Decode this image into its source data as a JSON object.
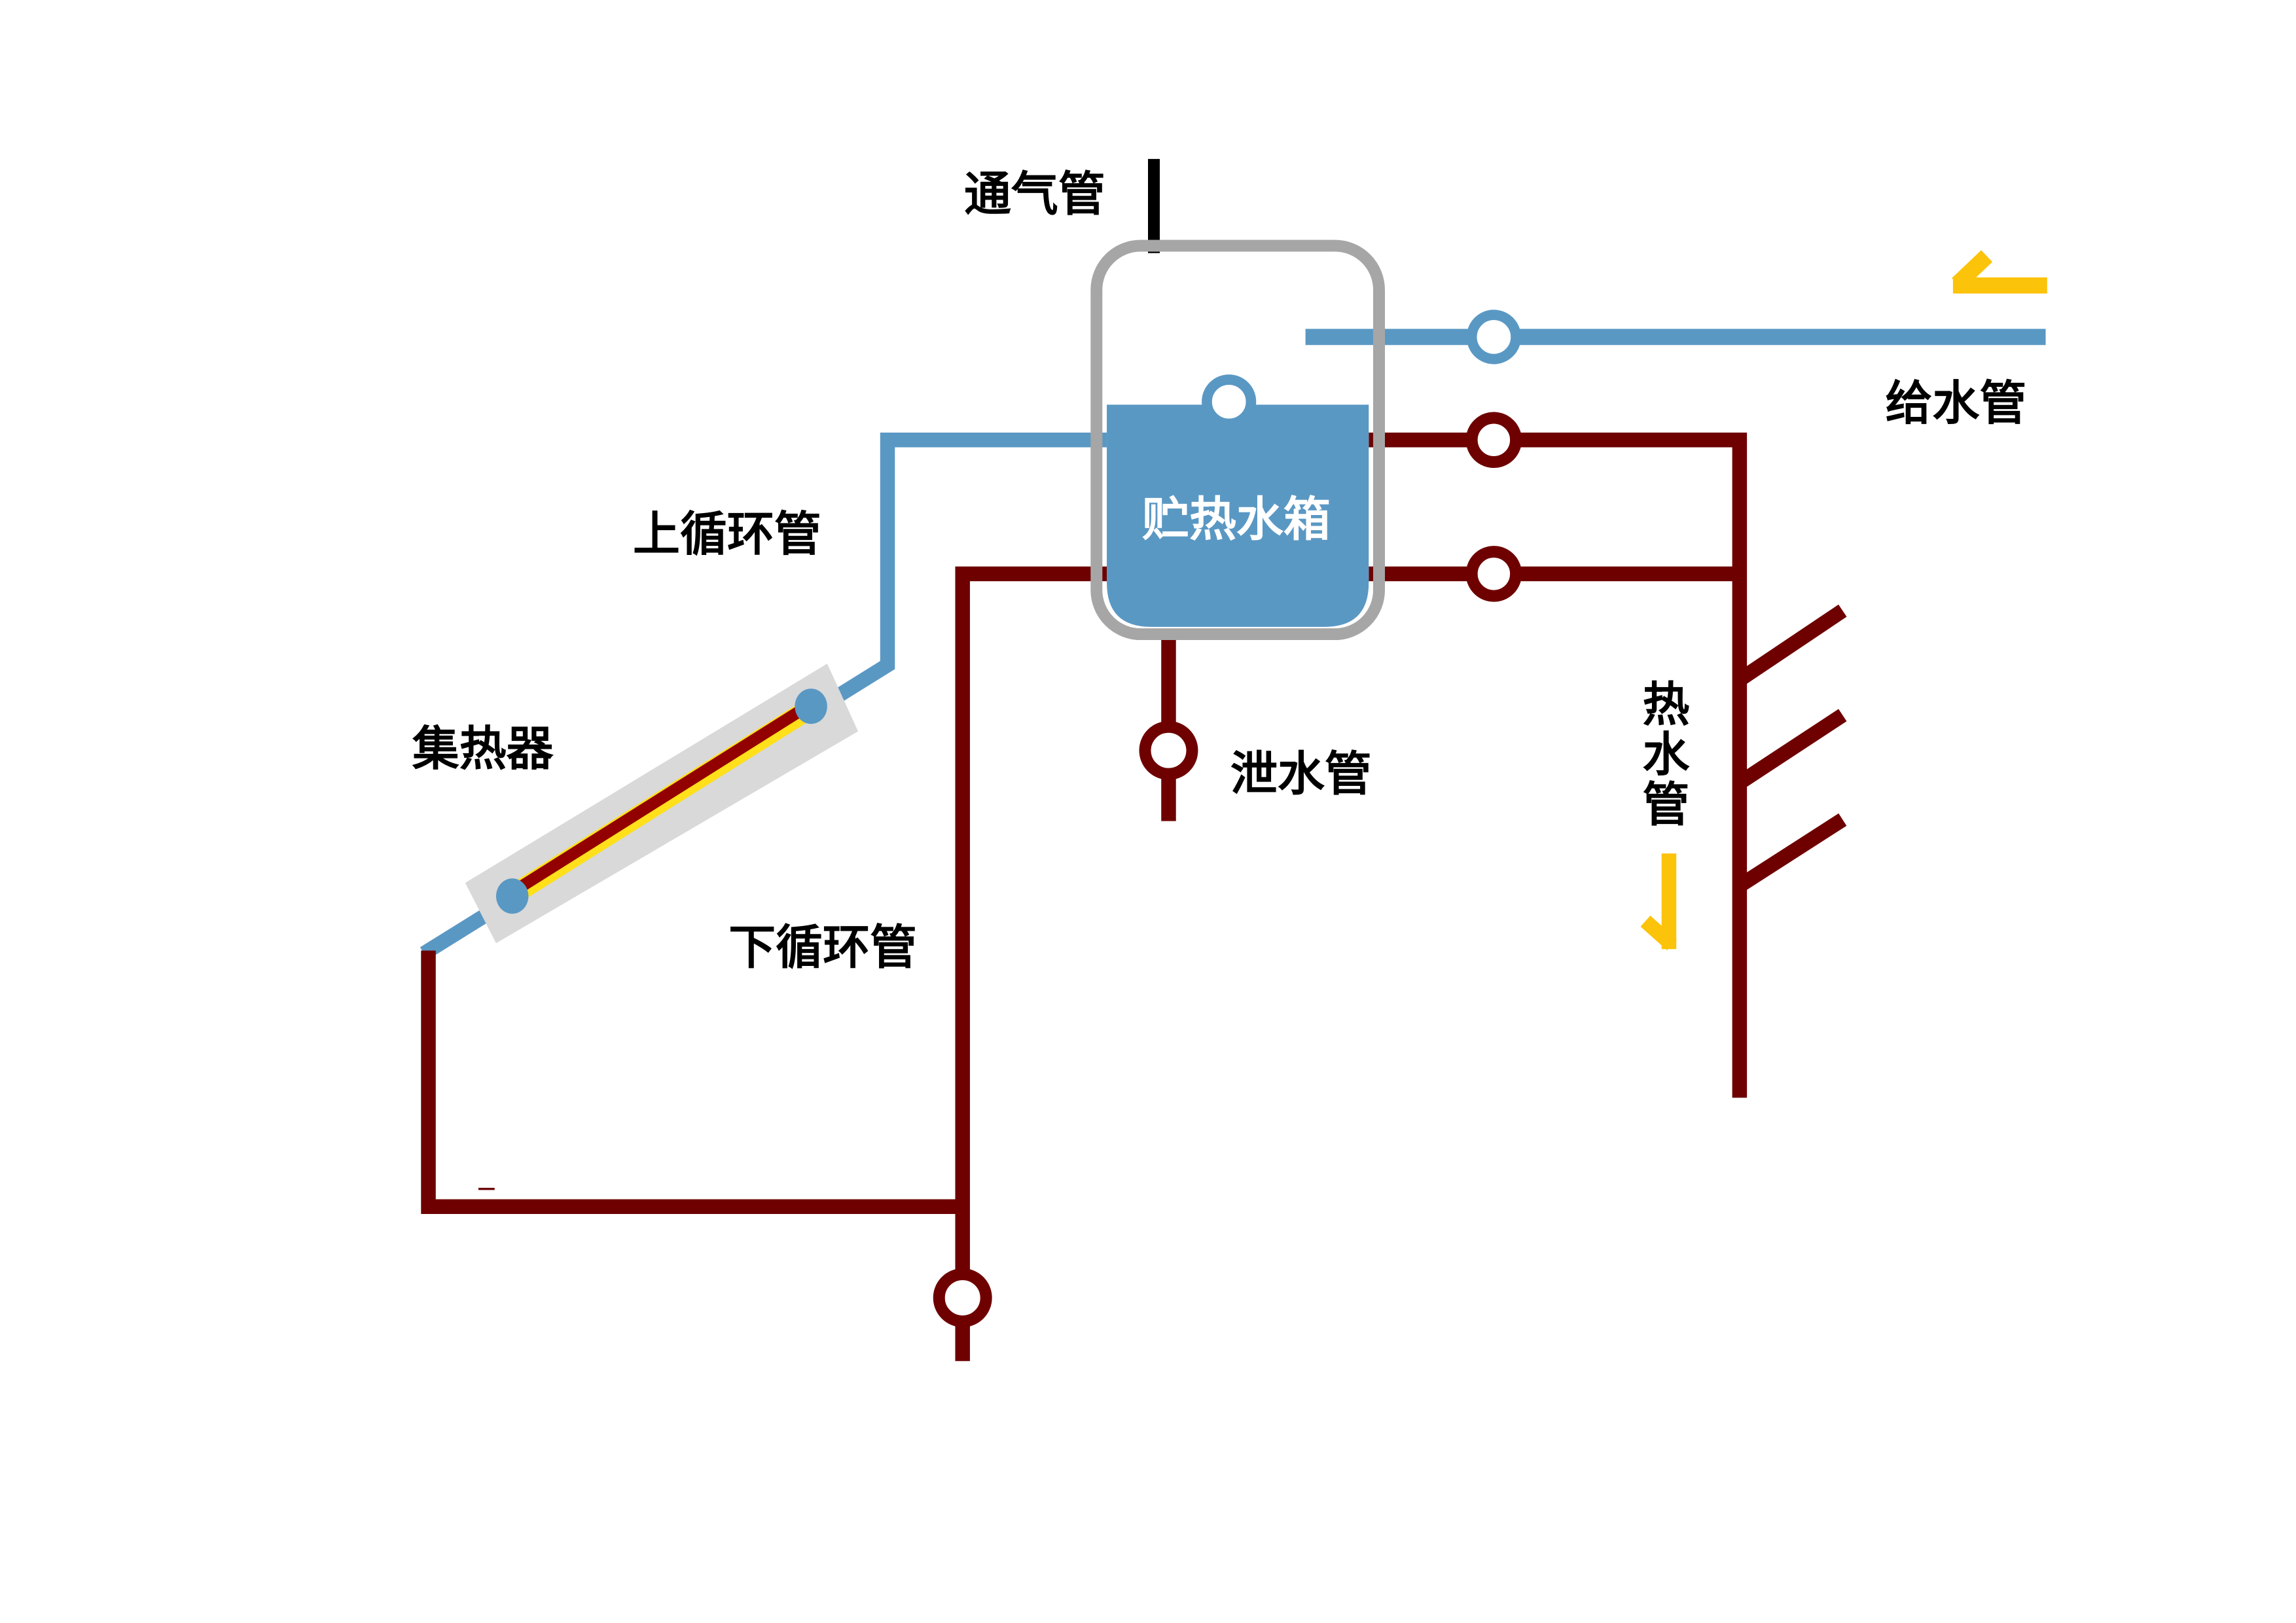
{
  "title": "太阳能热水系统示意图",
  "colors": {
    "cold_pipe": "#5A98C4",
    "hot_pipe": "#6E0000",
    "collector_tube": "#930000",
    "collector_reflector": "#FFE01A",
    "collector_panel": "#D9D9D9",
    "tank_border": "#A6A6A6",
    "vent": "#000000",
    "flow_arrow": "#FCC30B"
  },
  "labels": {
    "vent_pipe": "通气管",
    "storage_tank": "贮热水箱",
    "supply_pipe": "给水管",
    "upper_circulation": "上循环管",
    "collector": "集热器",
    "drain_pipe": "泄水管",
    "hot_water_pipe_chars": [
      "热",
      "水",
      "管"
    ],
    "lower_circulation": "下循环管"
  },
  "icons": {
    "valve": "valve-icon",
    "float": "float-valve-icon",
    "arrow_left": "flow-arrow-left-icon",
    "arrow_down": "flow-arrow-down-icon",
    "faucet": "faucet-branch-icon"
  }
}
